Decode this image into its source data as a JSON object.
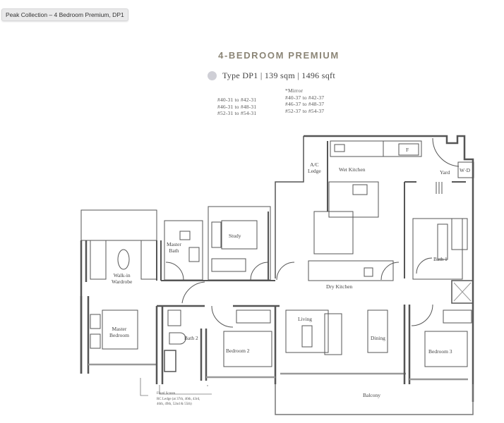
{
  "tooltip": {
    "text": "Peak Collection – 4 Bedroom Premium, DP1"
  },
  "header": {
    "title": "4-BEDROOM PREMIUM",
    "type_line": "Type DP1 | 139 sqm | 1496 sqft",
    "type_dot_color": "#cfcfd6",
    "title_color": "#8b8576"
  },
  "units": {
    "standard": [
      "#40-31 to #42-31",
      "#46-31 to #48-31",
      "#52-31 to #54-31"
    ],
    "mirror_label": "*Mirror",
    "mirror": [
      "#40-37 to #42-37",
      "#46-37 to #48-37",
      "#52-37 to #54-37"
    ]
  },
  "rooms": {
    "ac_ledge": "A/C\nLedge",
    "wet_kitchen": "Wet Kitchen",
    "fridge": "F",
    "yard": "Yard",
    "wd": "W·D",
    "master_bath": "Master\nBath",
    "walk_in_wardrobe": "Walk-in\nWardrobe",
    "study": "Study",
    "dry_kitchen": "Dry Kitchen",
    "bath1": "Bath 1",
    "master_bedroom": "Master\nBedroom",
    "bath2": "Bath 2",
    "bedroom2": "Bedroom 2",
    "living": "Living",
    "dining": "Dining",
    "bedroom3": "Bedroom 3",
    "balcony": "Balcony"
  },
  "notes": {
    "fixed_screen": "Fixed Screen",
    "rc_ledge_1": "RC Ledge (at 37th, 40th, 43rd,",
    "rc_ledge_2": "46th, 49th, 52nd & 55th)"
  }
}
